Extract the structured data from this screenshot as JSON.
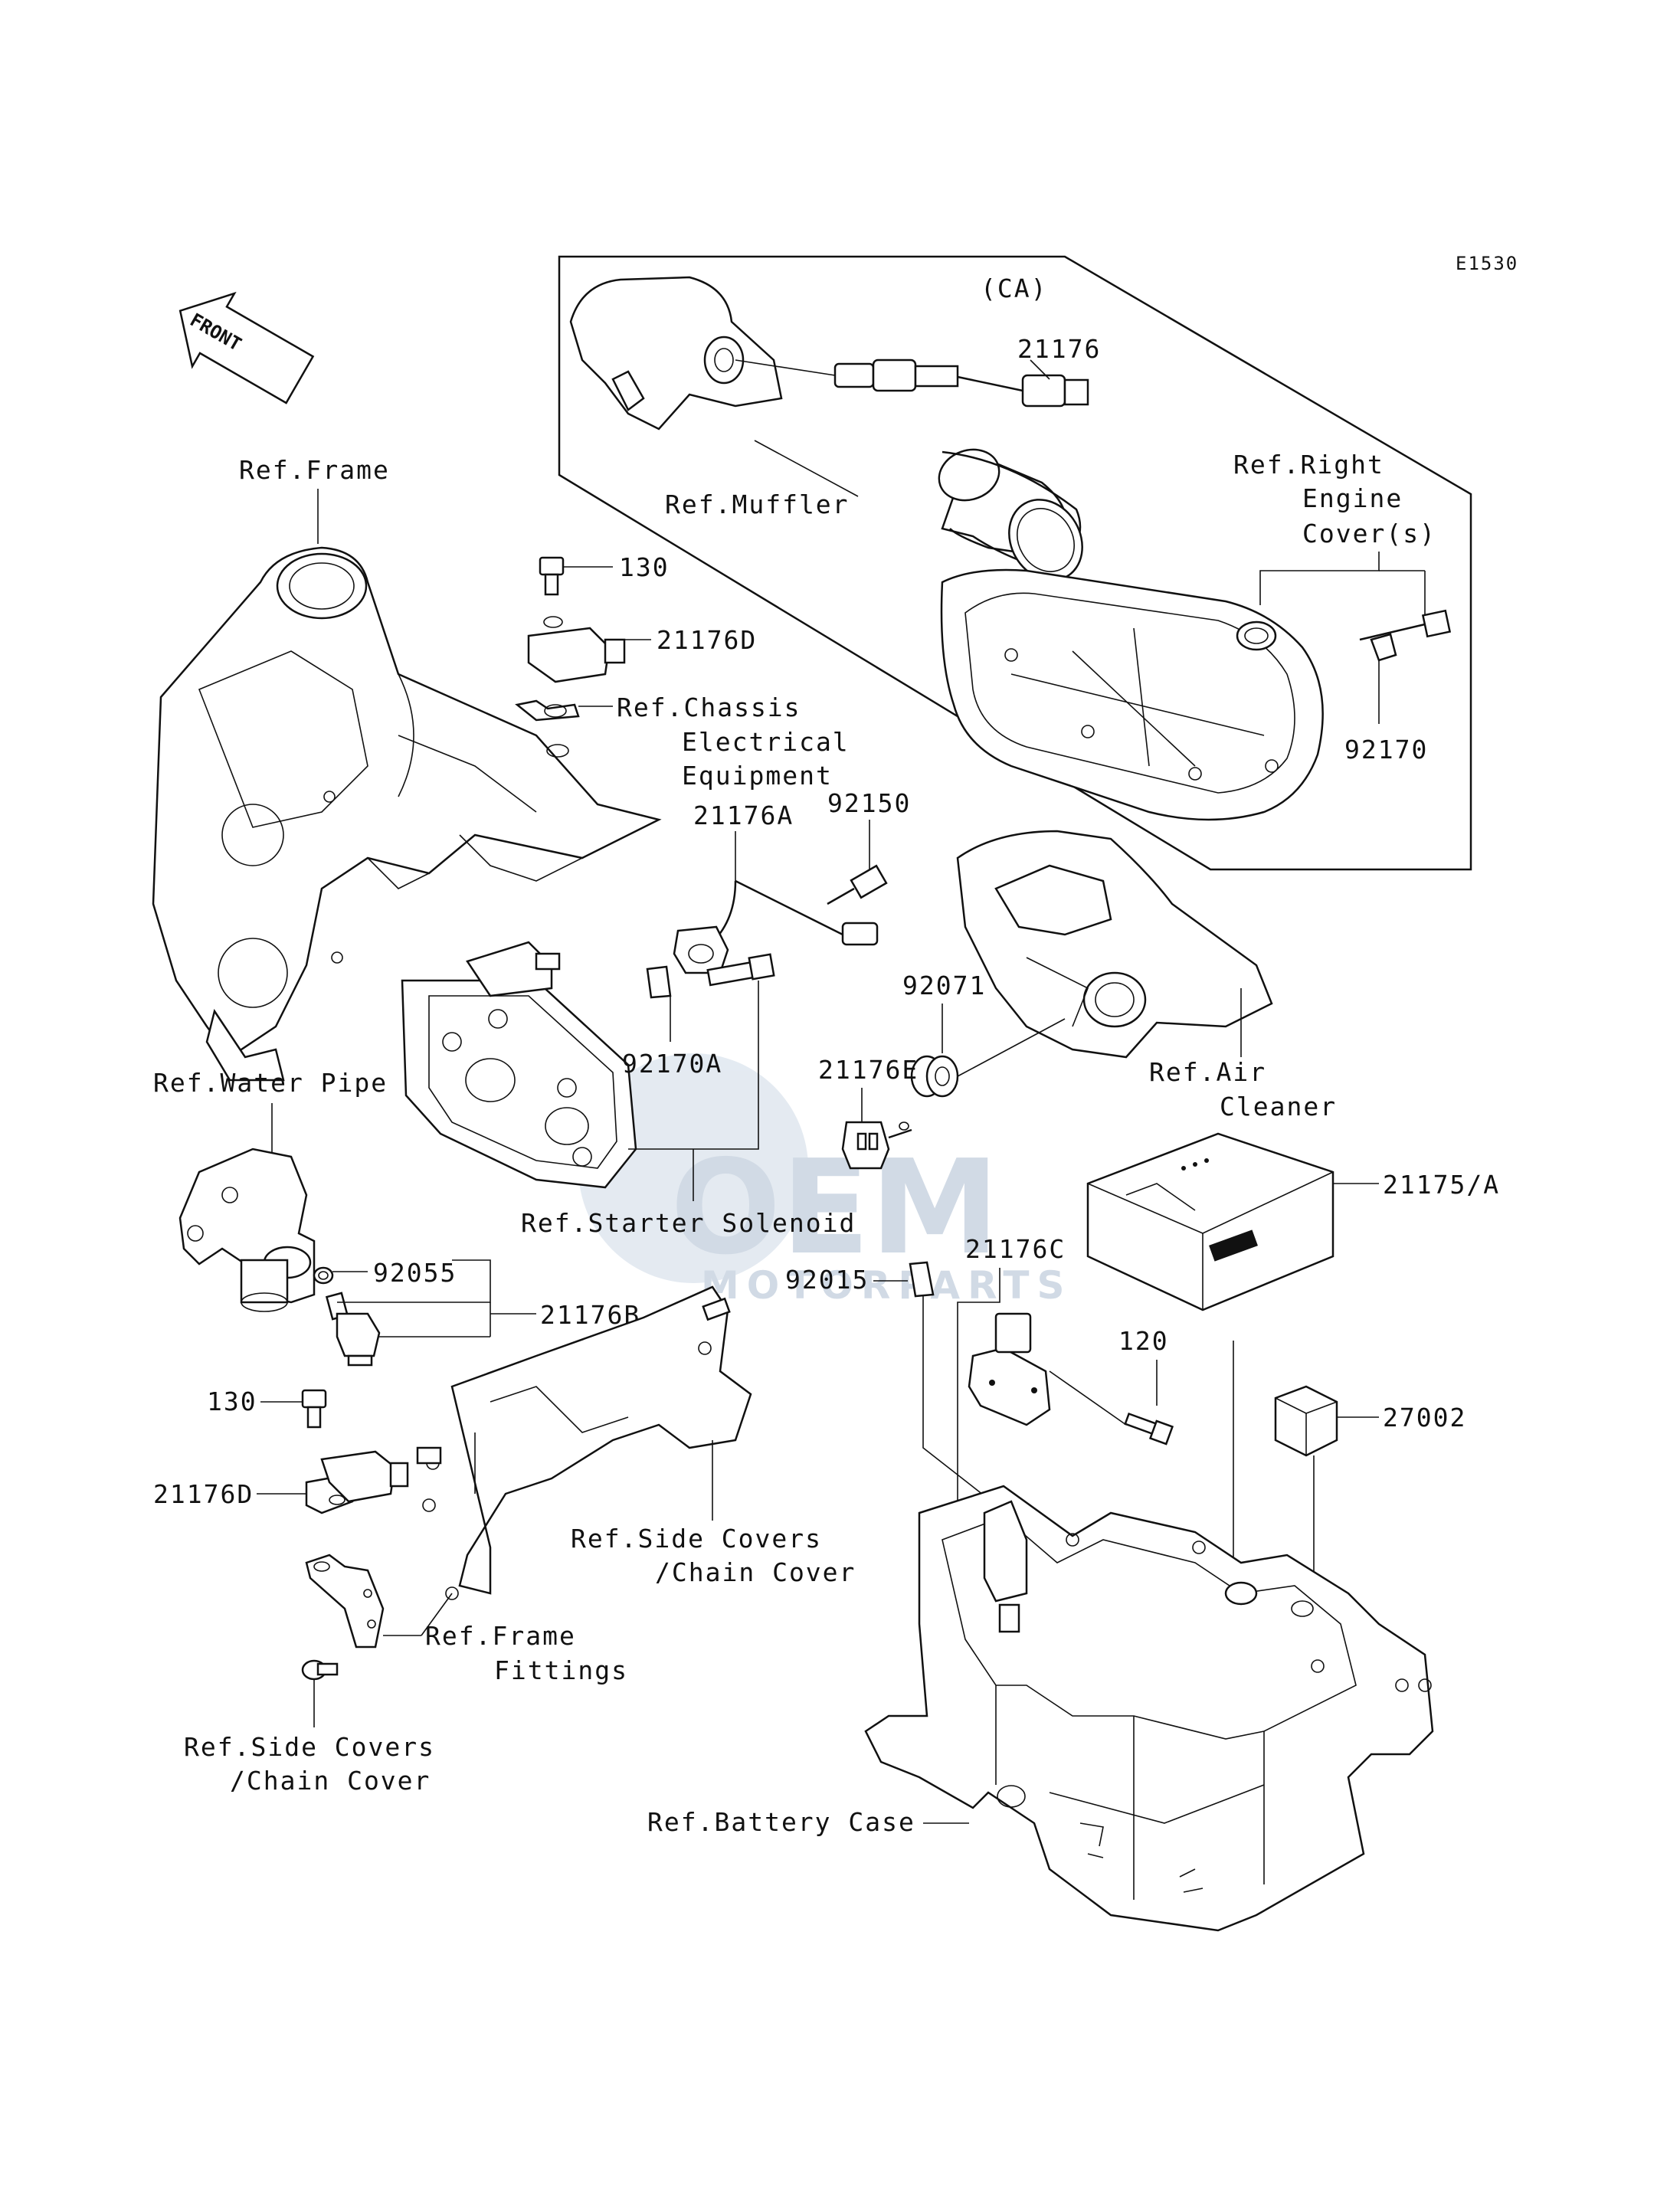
{
  "diagram_code": "E1530",
  "inset_label": "(CA)",
  "front_arrow_text": "FRONT",
  "watermark": {
    "main": "OEM",
    "sub": "MOTORPARTS"
  },
  "labels": {
    "p21176": "21176",
    "ref_muffler": "Ref.Muffler",
    "ref_right_engine_1": "Ref.Right",
    "ref_right_engine_2": "Engine",
    "ref_right_engine_3": "Cover(s)",
    "p92170": "92170",
    "ref_frame": "Ref.Frame",
    "p130_top": "130",
    "p21176D_top": "21176D",
    "ref_chassis_1": "Ref.Chassis",
    "ref_chassis_2": "Electrical",
    "ref_chassis_3": "Equipment",
    "p21176A": "21176A",
    "p92150": "92150",
    "p92071": "92071",
    "p21176E": "21176E",
    "ref_air_1": "Ref.Air",
    "ref_air_2": "Cleaner",
    "ref_water_pipe": "Ref.Water Pipe",
    "p92170A": "92170A",
    "ref_starter": "Ref.Starter Solenoid",
    "p21175A": "21175/A",
    "p92055": "92055",
    "p21176B": "21176B",
    "p92015": "92015",
    "p21176C": "21176C",
    "p120": "120",
    "p27002": "27002",
    "p130_bottom": "130",
    "p21176D_bottom": "21176D",
    "ref_side_covers_1a": "Ref.Side Covers",
    "ref_side_covers_1b": "/Chain Cover",
    "ref_frame_fittings_1": "Ref.Frame",
    "ref_frame_fittings_2": "Fittings",
    "ref_side_covers_2a": "Ref.Side Covers",
    "ref_side_covers_2b": "/Chain Cover",
    "ref_battery_case": "Ref.Battery Case"
  }
}
